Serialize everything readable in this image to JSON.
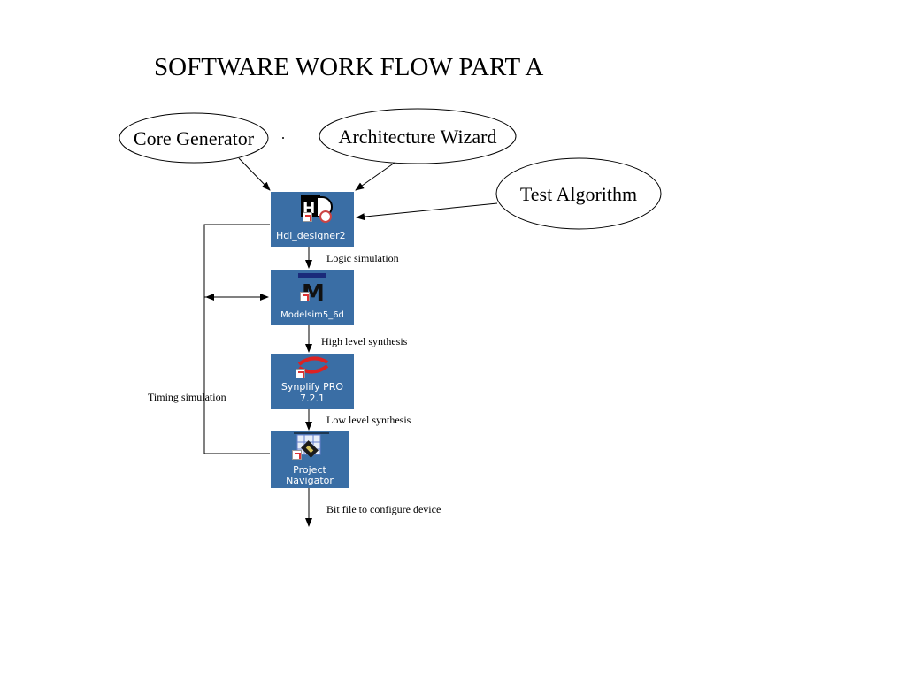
{
  "title": "SOFTWARE WORK FLOW PART A",
  "inputs": {
    "core_generator": "Core Generator",
    "architecture_wizard": "Architecture Wizard",
    "test_algorithm": "Test Algorithm"
  },
  "tools": {
    "hdl_designer": "Hdl_designer2",
    "modelsim": "Modelsim5_6d",
    "synplify_line1": "Synplify PRO",
    "synplify_line2": "7.2.1",
    "project_nav_line1": "Project",
    "project_nav_line2": "Navigator"
  },
  "edges": {
    "logic_simulation": "Logic simulation",
    "high_level_synthesis": "High level synthesis",
    "low_level_synthesis": "Low level synthesis",
    "bit_file": "Bit file to configure device",
    "timing_simulation": "Timing simulation"
  },
  "colors": {
    "tile_bg": "#3a6ea5",
    "line": "#000000"
  },
  "icons": {
    "hdl_designer": "hdl-designer-icon",
    "modelsim": "modelsim-icon",
    "synplify": "synplify-icon",
    "project_navigator": "project-navigator-icon"
  }
}
